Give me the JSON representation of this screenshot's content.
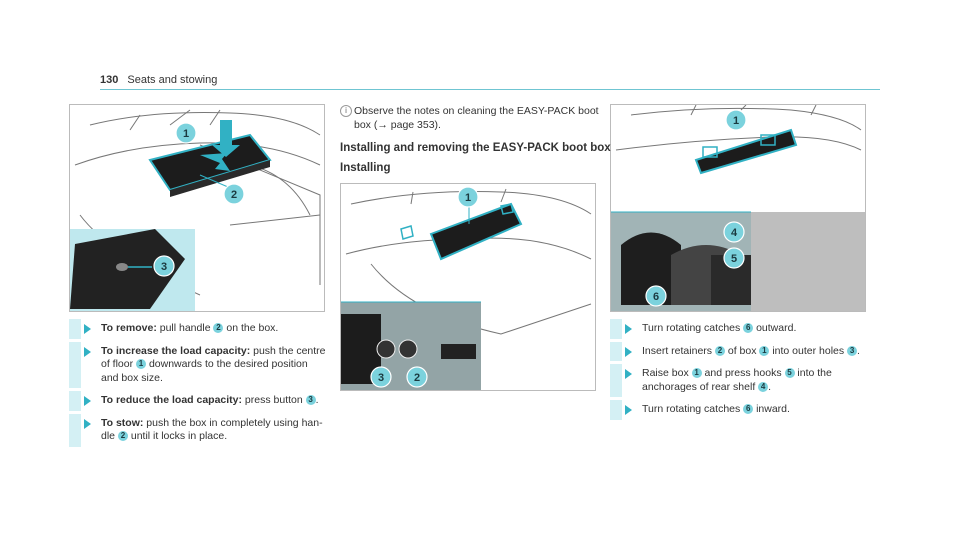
{
  "header": {
    "page_number": "130",
    "section": "Seats and stowing"
  },
  "figures": {
    "fig1": {
      "callouts": [
        "1",
        "2",
        "3"
      ]
    },
    "fig2": {
      "callouts": [
        "1",
        "3",
        "2"
      ]
    },
    "fig3": {
      "callouts": [
        "1",
        "4",
        "5",
        "6"
      ]
    }
  },
  "left_steps": [
    {
      "bold": "To remove:",
      "parts": [
        " pull handle ",
        "2",
        " on the box."
      ]
    },
    {
      "bold": "To increase the load capacity:",
      "parts": [
        " push the centre of floor ",
        "1",
        " downwards to the desired position and box size."
      ]
    },
    {
      "bold": "To reduce the load capacity:",
      "parts": [
        " press button ",
        "3",
        "."
      ]
    },
    {
      "bold": "To stow:",
      "parts": [
        " push the box in completely using han-dle ",
        "2",
        " until it locks in place."
      ]
    }
  ],
  "note": {
    "text": "Observe the notes on cleaning the EASY-PACK boot box (→ page 353)."
  },
  "headings": {
    "main": "Installing and removing the EASY-PACK boot box",
    "sub": "Installing"
  },
  "right_steps": [
    {
      "parts": [
        "Turn rotating catches ",
        "6",
        " outward."
      ]
    },
    {
      "parts": [
        "Insert retainers ",
        "2",
        " of box ",
        "1",
        " into outer holes ",
        "3",
        "."
      ]
    },
    {
      "parts": [
        "Raise box ",
        "1",
        " and press hooks ",
        "5",
        " into the anchorages of rear shelf ",
        "4",
        "."
      ]
    },
    {
      "parts": [
        "Turn rotating catches ",
        "6",
        " inward."
      ]
    }
  ],
  "colors": {
    "accent": "#31b1c4",
    "callout": "#7bd2dd",
    "highlight_bar": "#d4f0f4",
    "inset_bg": "#bfe8ee"
  }
}
